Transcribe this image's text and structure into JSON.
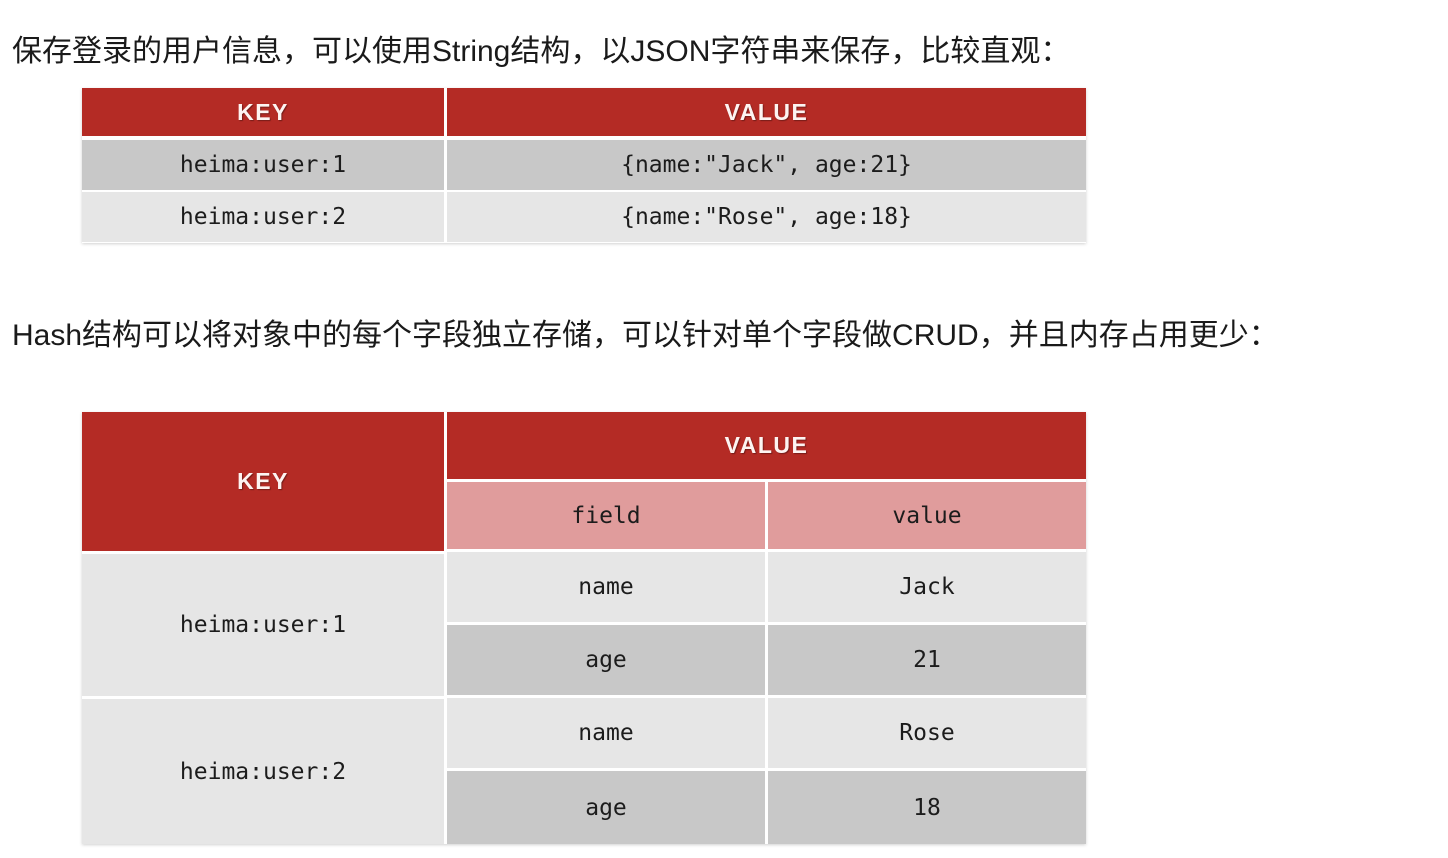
{
  "paragraphs": {
    "intro_string": "保存登录的用户信息，可以使用String结构，以JSON字符串来保存，比较直观：",
    "intro_hash": "Hash结构可以将对象中的每个字段独立存储，可以针对单个字段做CRUD，并且内存占用更少："
  },
  "colors": {
    "header_red": "#b42b25",
    "subheader_pink": "#e09c9c",
    "row_gray_dark": "#c8c8c8",
    "row_gray_light": "#e6e6e6",
    "text": "#1c1c1c",
    "header_text": "#fdf4f2",
    "page_background": "#ffffff"
  },
  "table_string": {
    "headers": {
      "key": "KEY",
      "value": "VALUE"
    },
    "rows": [
      {
        "key": "heima:user:1",
        "value": "{name:\"Jack\", age:21}"
      },
      {
        "key": "heima:user:2",
        "value": "{name:\"Rose\", age:18}"
      }
    ]
  },
  "table_hash": {
    "headers": {
      "key": "KEY",
      "value": "VALUE",
      "field": "field",
      "value_sub": "value"
    },
    "groups": [
      {
        "key": "heima:user:1",
        "entries": [
          {
            "field": "name",
            "value": "Jack"
          },
          {
            "field": "age",
            "value": "21"
          }
        ]
      },
      {
        "key": "heima:user:2",
        "entries": [
          {
            "field": "name",
            "value": "Rose"
          },
          {
            "field": "age",
            "value": "18"
          }
        ]
      }
    ]
  }
}
